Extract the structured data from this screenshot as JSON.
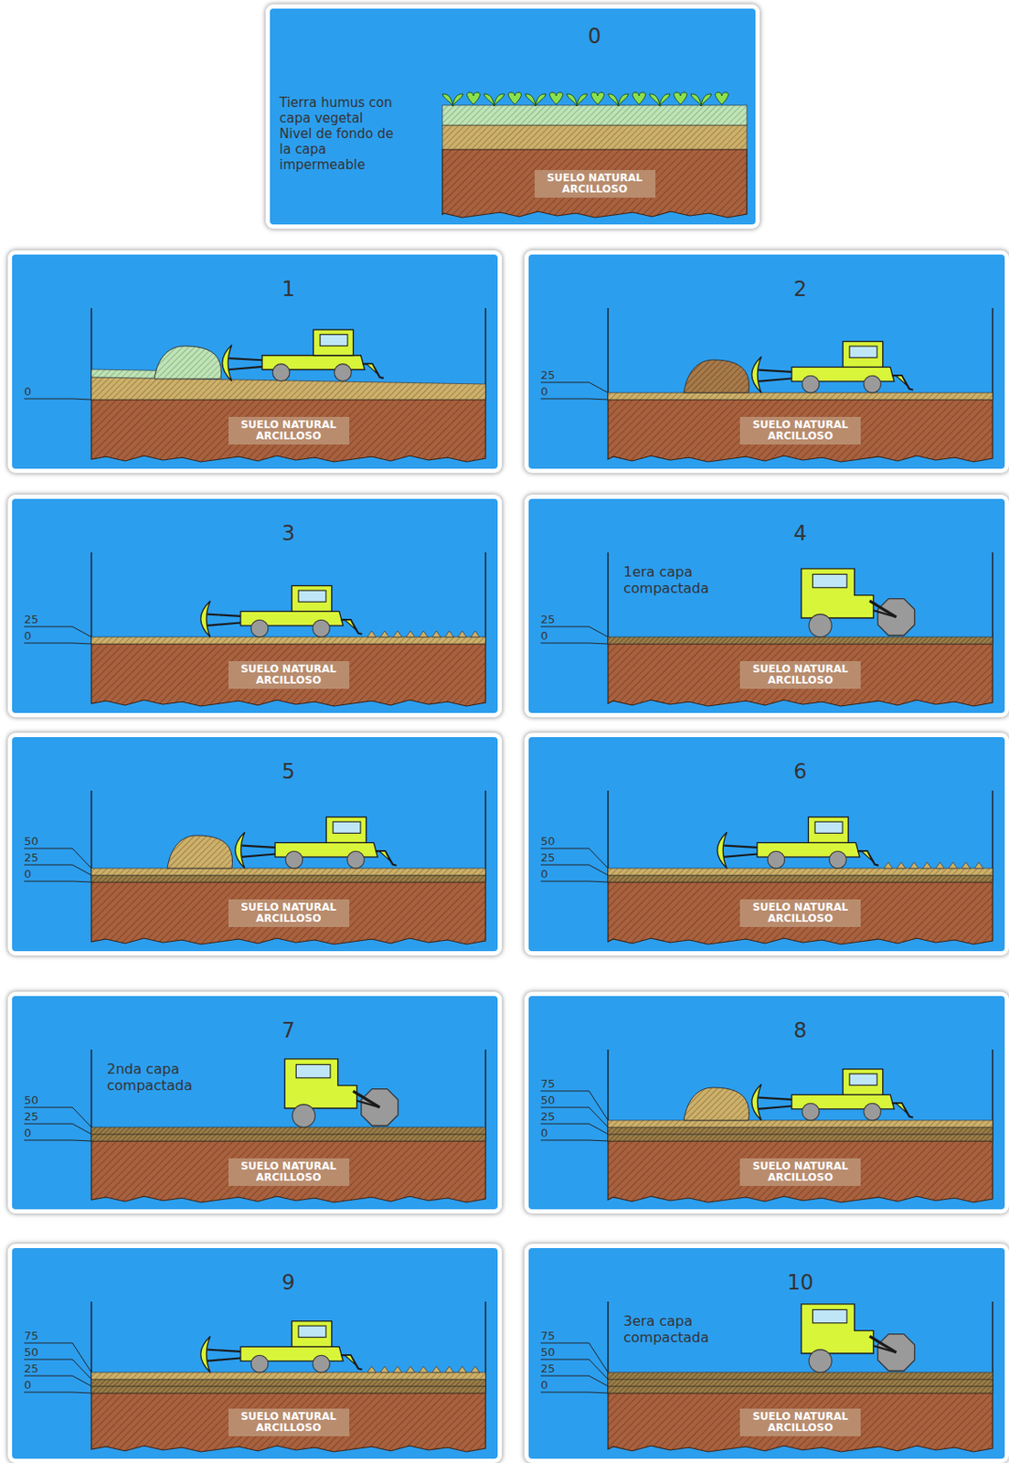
{
  "diagram": {
    "nodes": [
      {
        "text": [
          "0",
          "Tierra humus con capa vegetal",
          "Nivel de fondo de la capa impermeable"
        ]
      },
      {
        "text": [
          "SUELO NATURAL ARCILLOSO"
        ],
        "in": 0
      },
      {
        "text": [
          "1"
        ]
      },
      {
        "text": [
          "SUELO NATURAL ARCILLOSO"
        ],
        "in": 2
      },
      {
        "text": [
          "2"
        ]
      },
      {
        "text": [
          "SUELO NATURAL ARCILLOSO"
        ],
        "in": 4
      },
      {
        "text": [
          "3"
        ]
      },
      {
        "text": [
          "SUELO NATURAL ARCILLOSO"
        ],
        "in": 6
      },
      {
        "text": [
          "4",
          "1era capa compactada"
        ]
      },
      {
        "text": [
          "SUELO NATURAL ARCILLOSO"
        ],
        "in": 8
      },
      {
        "text": [
          "5"
        ]
      },
      {
        "text": [
          "SUELO NATURAL ARCILLOSO"
        ],
        "in": 10
      },
      {
        "text": [
          "6"
        ]
      },
      {
        "text": [
          "SUELO NATURAL ARCILLOSO"
        ],
        "in": 12
      },
      {
        "text": [
          "7",
          "2nda capa compactada"
        ]
      },
      {
        "text": [
          "SUELO NATURAL ARCILLOSO"
        ],
        "in": 14
      },
      {
        "text": [
          "8"
        ]
      },
      {
        "text": [
          "SUELO NATURAL ARCILLOSO"
        ],
        "in": 16
      },
      {
        "text": [
          "9"
        ]
      },
      {
        "text": [
          "SUELO NATURAL ARCILLOSO"
        ],
        "in": 18
      },
      {
        "text": [
          "10",
          "3era capa compactada"
        ]
      },
      {
        "text": [
          "SUELO NATURAL ARCILLOSO"
        ],
        "in": 20
      }
    ],
    "labels": [
      "0",
      "25",
      "0",
      "25",
      "0",
      "25",
      "0",
      "50",
      "25",
      "0",
      "50",
      "25",
      "0",
      "50",
      "25",
      "0",
      "75",
      "50",
      "25",
      "0",
      "75",
      "50",
      "25",
      "0",
      "75",
      "50",
      "25",
      "0"
    ]
  }
}
